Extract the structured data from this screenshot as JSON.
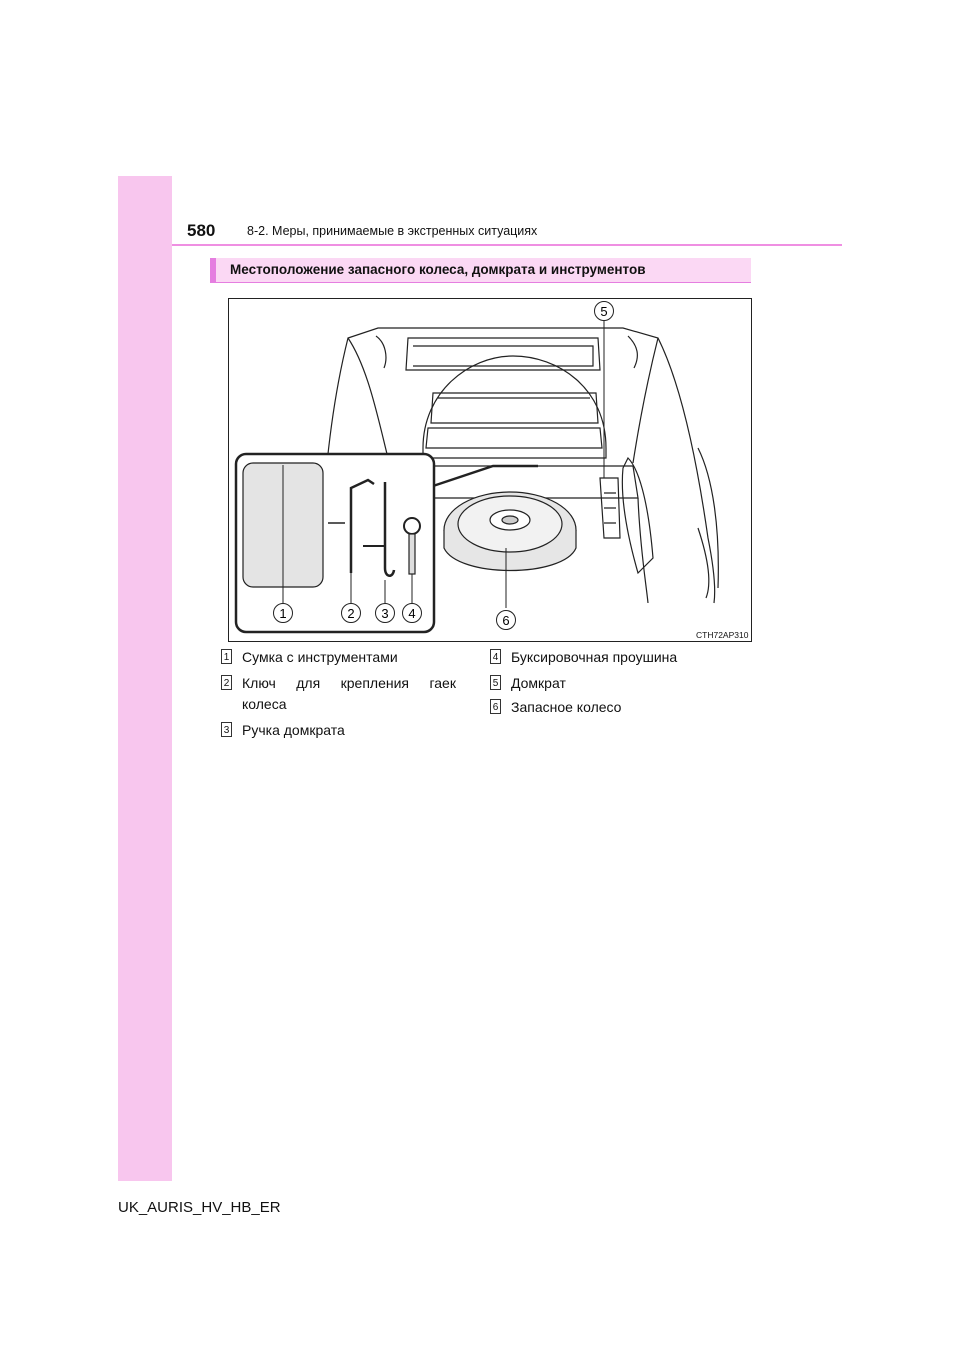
{
  "header": {
    "page_number": "580",
    "section_title": "8-2. Меры, принимаемые в экстренных ситуациях"
  },
  "section_heading": "Местоположение запасного колеса, домкрата и инструментов",
  "figure": {
    "code": "CTH72AP310",
    "callouts": [
      "1",
      "2",
      "3",
      "4",
      "5",
      "6"
    ]
  },
  "legend": [
    {
      "num": "1",
      "text": "Сумка с инструментами"
    },
    {
      "num": "2",
      "words": [
        "Ключ",
        "для",
        "крепления",
        "гаек"
      ],
      "continuation": "колеса"
    },
    {
      "num": "3",
      "text": "Ручка домкрата"
    },
    {
      "num": "4",
      "text": "Буксировочная проушина"
    },
    {
      "num": "5",
      "text": "Домкрат"
    },
    {
      "num": "6",
      "text": "Запасное колесо"
    }
  ],
  "footer": {
    "doc_code": "UK_AURIS_HV_HB_ER"
  },
  "colors": {
    "side_bar": "#f8c6ee",
    "header_rule": "#ef8fe2",
    "heading_bg": "#fbd8f4",
    "heading_accent": "#e57ee0"
  }
}
